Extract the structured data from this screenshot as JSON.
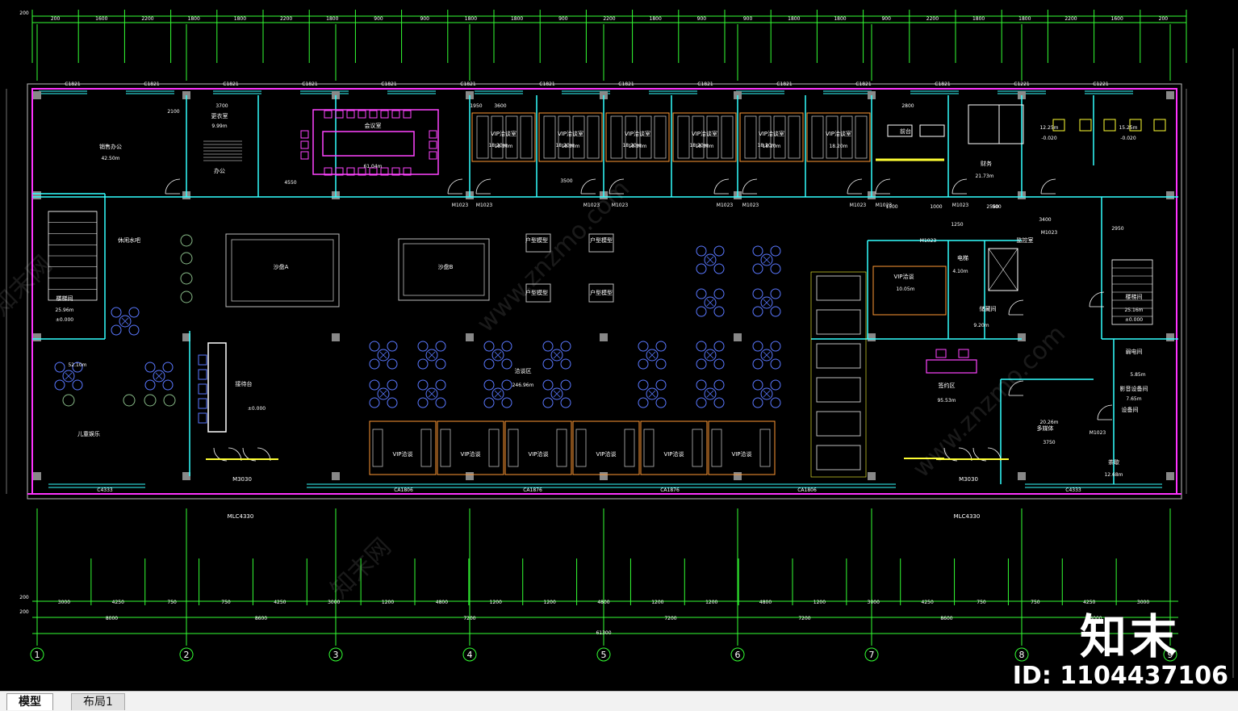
{
  "tabs": [
    "模型",
    "布局1"
  ],
  "watermark": {
    "brand": "知末",
    "id": "ID: 1104437106",
    "site": "www.znzmo.com",
    "site_cn": "知末网"
  },
  "colors": {
    "wall": "#ff33ff",
    "dim": "#33ff33",
    "cyan": "#33ffff",
    "blue": "#5a78ff",
    "yellow": "#ffff33",
    "grid": "#bbbbbb",
    "magenta": "#ff44ff",
    "orange": "#ff9933",
    "white": "#ffffff"
  },
  "plan": {
    "axis_labels": [
      "1",
      "2",
      "3",
      "4",
      "5",
      "6",
      "7",
      "8",
      "9"
    ],
    "top_dims": [
      "200",
      "1600",
      "2200",
      "1800",
      "1800",
      "2200",
      "1800",
      "900",
      "900",
      "1800",
      "1800",
      "900",
      "2200",
      "1800",
      "900",
      "900",
      "1800",
      "1800",
      "900",
      "2200",
      "1800",
      "1800",
      "2200",
      "1600",
      "200"
    ],
    "bottom_dims1": [
      "3000",
      "4250",
      "750",
      "750",
      "4250",
      "3000",
      "1200",
      "4800",
      "1200",
      "1200",
      "4800",
      "1200",
      "1200",
      "4800",
      "1200",
      "3000",
      "4250",
      "750",
      "750",
      "4250",
      "3000"
    ],
    "bottom_dims2": [
      "8000",
      "8600",
      "7200",
      "7200",
      "7200",
      "8600",
      "8000"
    ],
    "total_width": "61300",
    "window_labels": [
      "C1821",
      "C1821",
      "C1821",
      "C1821",
      "C1821",
      "C1821",
      "C1821",
      "C1821",
      "C1821",
      "C1821",
      "C1821",
      "C1821",
      "C1221",
      "C1221"
    ],
    "bottom_window_labels": [
      "C4333",
      "CA1806",
      "CA1876",
      "CA1876",
      "CA1806",
      "C4333"
    ],
    "door_labels": [
      "M1023",
      "M1023",
      "M1023",
      "M1023",
      "M1023",
      "M1023",
      "M1023",
      "M1023",
      "M1023",
      "M1023",
      "M1023",
      "M1023"
    ],
    "entrance_labels": [
      "M3030",
      "M3030",
      "MLC4330",
      "MLC4330"
    ],
    "rooms": [
      "销售办公",
      "休闲水吧",
      "楼梯间",
      "儿童娱乐",
      "沙盘A",
      "沙盘B",
      "户型模型",
      "户型模型",
      "户型模型",
      "户型模型",
      "会议室",
      "洽谈区",
      "接待台",
      "VIP洽谈室",
      "VIP洽谈",
      "VIP洽谈",
      "VIP洽谈",
      "VIP洽谈",
      "VIP洽谈",
      "VIP洽谈",
      "财务",
      "前台",
      "更衣室",
      "办公",
      "电梯",
      "储藏间",
      "监控室",
      "楼梯间",
      "弱电间",
      "影音设备间",
      "设备间",
      "签约区",
      "多媒体",
      "VIP洽谈",
      "茶歇"
    ],
    "areas": [
      "42.50m",
      "25.96m",
      "9.99m",
      "61.04m",
      "52.10m",
      "18.20m",
      "18.20m",
      "18.20m",
      "18.20m",
      "18.20m",
      "21.73m",
      "12.25m",
      "15.25m",
      "246.96m",
      "95.53m",
      "10.05m",
      "4.10m",
      "9.20m",
      "25.16m",
      "5.85m",
      "7.65m",
      "20.26m",
      "12.68m"
    ],
    "levels": [
      "±0.000",
      "±0.000",
      "±0.000",
      "-0.020",
      "-0.020"
    ],
    "side_dims": [
      "2100",
      "3700",
      "1950",
      "4550",
      "3600",
      "3500",
      "2800",
      "1000",
      "1250",
      "900",
      "1500",
      "2550",
      "3400",
      "2950",
      "3750"
    ]
  }
}
